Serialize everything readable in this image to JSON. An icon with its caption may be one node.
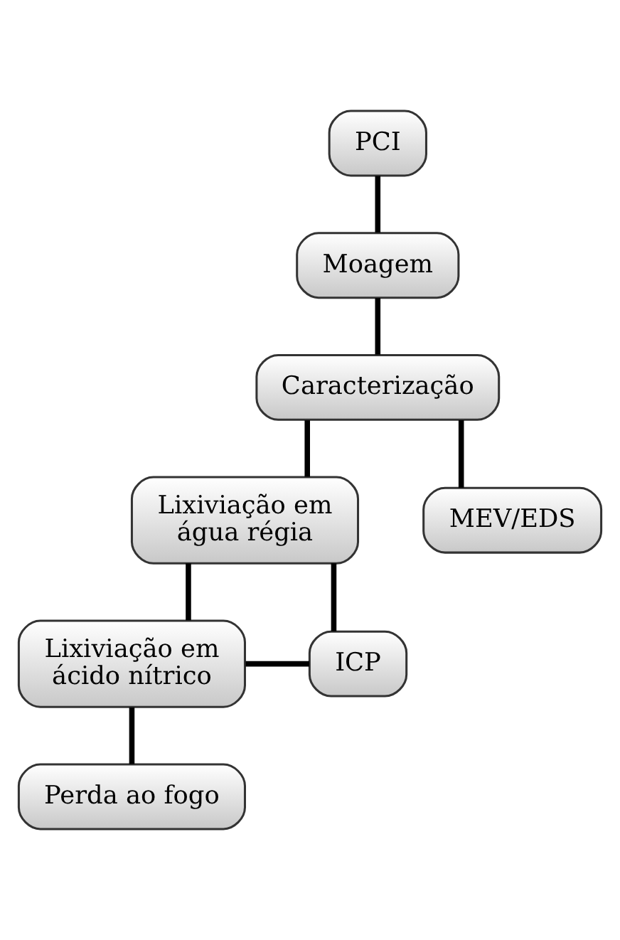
{
  "diagram": {
    "nodes": [
      {
        "text": [
          "PCI"
        ]
      },
      {
        "text": [
          "Moagem"
        ]
      },
      {
        "text": [
          "Caracterização"
        ]
      },
      {
        "text": [
          "Lixiviação em água régia"
        ]
      },
      {
        "text": [
          "MEV/EDS"
        ]
      },
      {
        "text": [
          "Lixiviação em ácido nítrico"
        ]
      },
      {
        "text": [
          "ICP"
        ]
      },
      {
        "text": [
          "Perda ao fogo"
        ]
      }
    ],
    "edges": [
      {
        "from": 0,
        "to": 1,
        "arrow": "none"
      },
      {
        "from": 1,
        "to": 2,
        "arrow": "none"
      },
      {
        "from": 2,
        "to": 3,
        "arrow": "none"
      },
      {
        "from": 2,
        "to": 4,
        "arrow": "none"
      },
      {
        "from": 3,
        "to": 5,
        "arrow": "none"
      },
      {
        "from": 3,
        "to": 6,
        "arrow": "none"
      },
      {
        "from": 5,
        "to": 6,
        "arrow": "none"
      },
      {
        "from": 5,
        "to": 7,
        "arrow": "none"
      }
    ]
  }
}
